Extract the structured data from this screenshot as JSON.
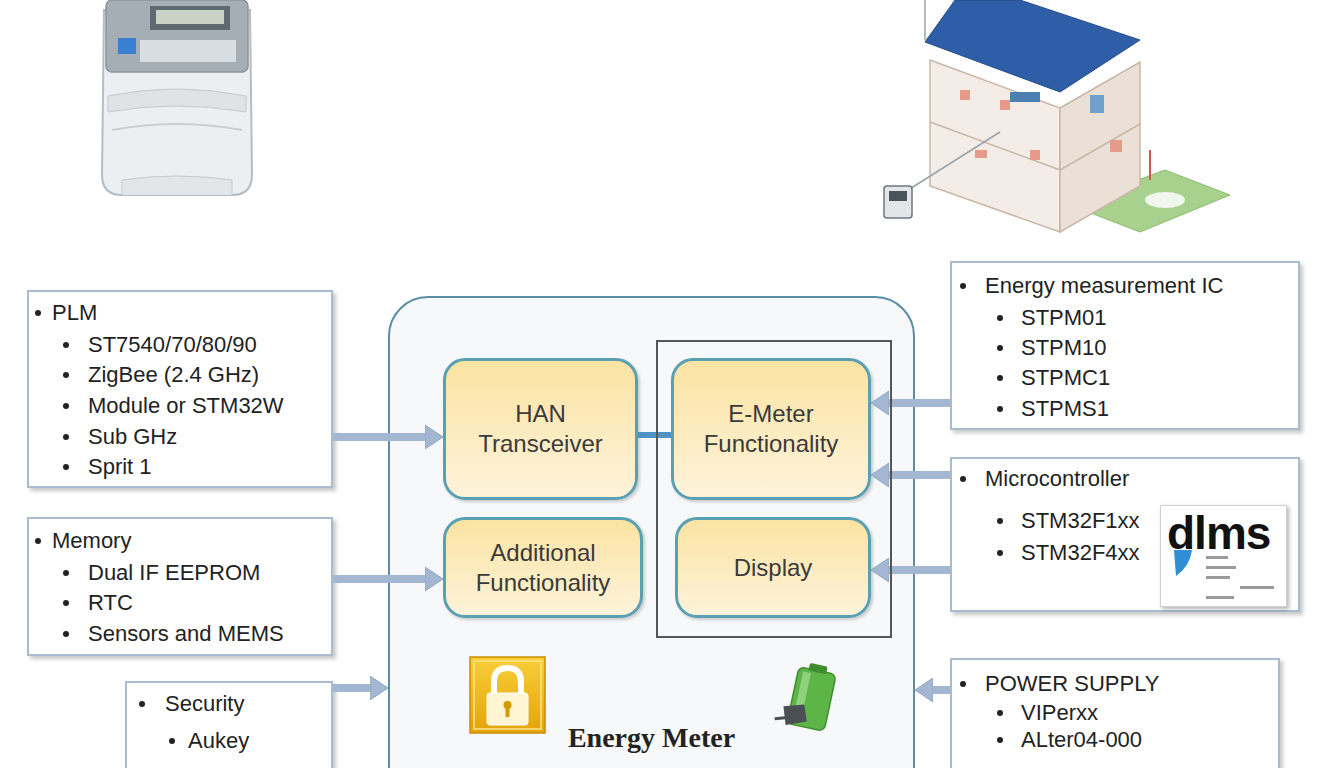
{
  "diagram": {
    "nodes": [
      {
        "text": [
          "PLM",
          "ST7540/70/80/90",
          "ZigBee (2.4 GHz)",
          "Module or STM32W",
          "Sub GHz",
          "Sprit 1"
        ]
      },
      {
        "text": [
          "Energy measurement IC",
          "STPM01",
          "STPM10",
          "STPMC1",
          "STPMS1"
        ]
      },
      {
        "text": [
          "Energy Meter"
        ]
      },
      {
        "text": [
          "HAN Transceiver"
        ],
        "in": 2
      },
      {
        "text": [
          "E-Meter Functionality"
        ],
        "in": 2
      },
      {
        "text": [
          "Additional Functionality"
        ],
        "in": 2
      },
      {
        "text": [
          "Display"
        ],
        "in": 2
      },
      {
        "text": [
          "Microcontroller",
          "STM32F1xx",
          "STM32F4xx"
        ]
      },
      {
        "text": [
          "dlms"
        ],
        "in": 7
      },
      {
        "text": [
          "Memory",
          "Dual IF EEPROM",
          "RTC",
          "Sensors and MEMS"
        ]
      },
      {
        "text": [
          "Security",
          "Aukey"
        ]
      },
      {
        "text": [
          "POWER SUPPLY",
          "VIPerxx",
          "ALter04-000"
        ]
      }
    ],
    "edges": [
      {
        "from": 0,
        "to": 3,
        "arrow": "to"
      },
      {
        "from": 3,
        "to": 4,
        "arrow": "none"
      },
      {
        "from": 1,
        "to": 4,
        "arrow": "to"
      },
      {
        "from": 7,
        "to": 4,
        "arrow": "to"
      },
      {
        "from": 7,
        "to": 6,
        "arrow": "to"
      },
      {
        "from": 9,
        "to": 5,
        "arrow": "to"
      },
      {
        "from": 10,
        "to": 2,
        "arrow": "to"
      },
      {
        "from": 11,
        "to": 2,
        "arrow": "to"
      }
    ]
  }
}
